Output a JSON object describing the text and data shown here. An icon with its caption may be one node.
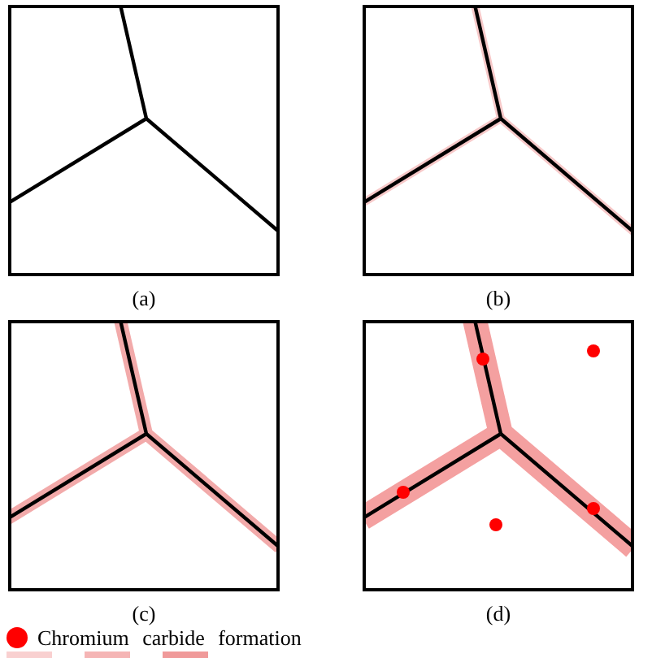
{
  "diagram": {
    "labels": [
      "(a)",
      "(b)",
      "(c)",
      "(d)"
    ],
    "legend": [
      {
        "text": "Chromium carbide formation",
        "color": "#ff0000"
      }
    ]
  }
}
